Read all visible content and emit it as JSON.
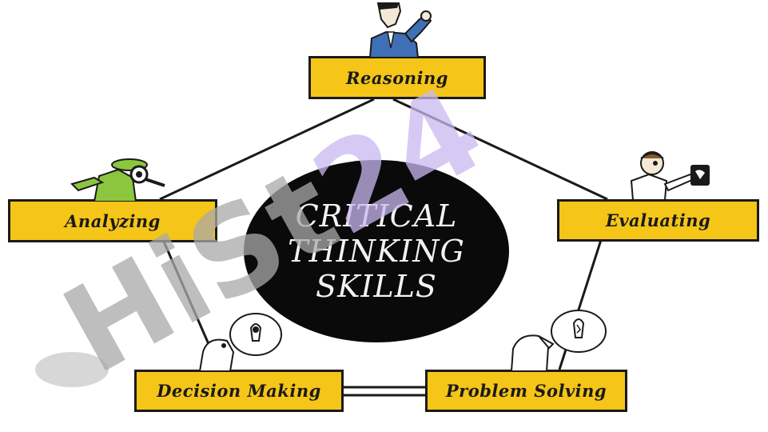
{
  "center": {
    "lines": [
      "CRITICAL",
      "THINKING",
      "SKILLS"
    ]
  },
  "skills": {
    "reasoning": "Reasoning",
    "analyzing": "Analyzing",
    "evaluating": "Evaluating",
    "decision_making": "Decision Making",
    "problem_solving": "Problem Solving"
  },
  "watermark": {
    "text": "HiSt24",
    "colors": {
      "gray": "#a9a9a9",
      "violet": "#c9b9f2"
    }
  },
  "icons": [
    "thinking-man-icon",
    "detective-magnifier-icon",
    "scientist-icon",
    "lightbulb-thought-icon",
    "problem-solver-lightbulb-icon"
  ],
  "colors": {
    "box_fill": "#f5c518",
    "box_border": "#1a1a1a",
    "circle": "#0a0a0a"
  }
}
